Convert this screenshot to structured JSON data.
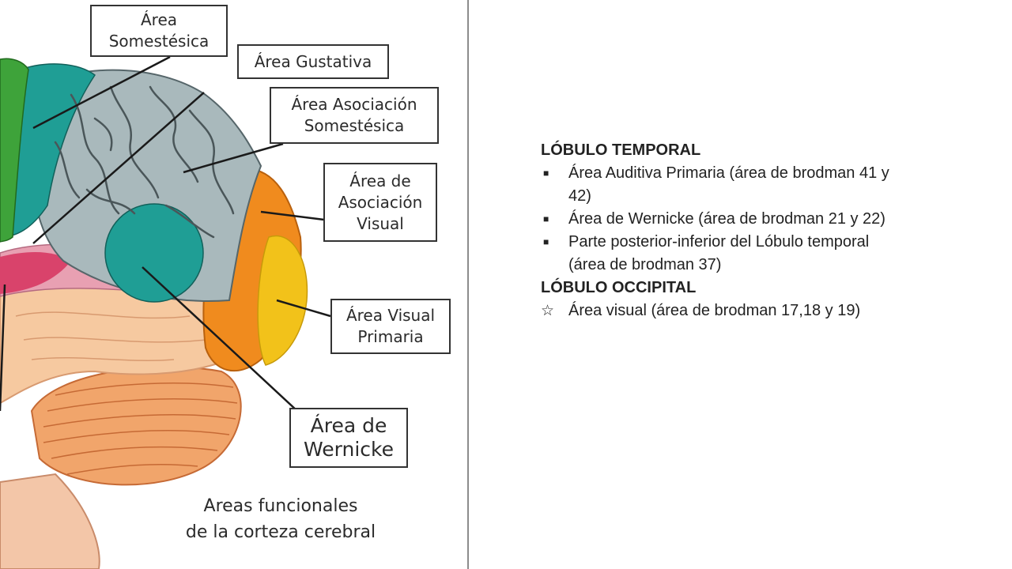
{
  "diagram": {
    "labels": {
      "somestesica": [
        "Área",
        "Somestésica"
      ],
      "gustativa": [
        "Área Gustativa"
      ],
      "asociacion_somestesica": [
        "Área Asociación",
        "Somestésica"
      ],
      "asociacion_visual": [
        "Área de",
        "Asociación",
        "Visual"
      ],
      "visual_primaria": [
        "Área Visual",
        "Primaria"
      ],
      "wernicke": [
        "Área de",
        "Wernicke"
      ]
    },
    "caption": [
      "Areas funcionales",
      "de la corteza cerebral"
    ]
  },
  "notes": {
    "temporal": {
      "heading": "LÓBULO TEMPORAL",
      "items": [
        "Área Auditiva Primaria (área de brodman 41 y 42)",
        "Área de Wernicke (área de brodman 21 y 22)",
        "Parte posterior-inferior del Lóbulo temporal (área de brodman 37)"
      ]
    },
    "occipital": {
      "heading": "LÓBULO OCCIPITAL",
      "items": [
        "Área visual (área de brodman 17,18 y 19)"
      ]
    }
  },
  "colors": {
    "green": "#3ea33a",
    "teal": "#1f9e95",
    "gray_cortex": "#a9b9bc",
    "orange": "#f08b1e",
    "yellow": "#f2c21a",
    "pink": "#d9436b",
    "flesh": "#f6c9a0",
    "cerebellum": "#f1a56b"
  }
}
